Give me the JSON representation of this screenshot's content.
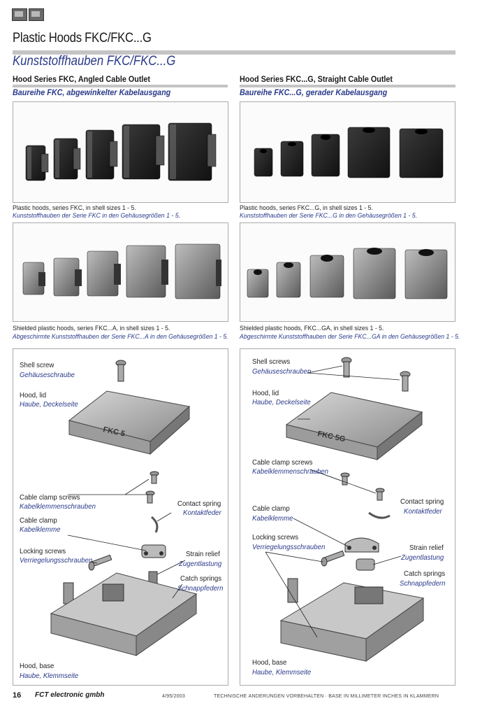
{
  "header": {
    "title_en": "Plastic Hoods FKC/FKC...G",
    "title_de": "Kunststoffhauben FKC/FKC...G"
  },
  "left": {
    "heading_en": "Hood Series FKC, Angled Cable Outlet",
    "heading_de": "Baureihe FKC, abgewinkelter Kabelausgang",
    "cap1_en": "Plastic hoods, series FKC, in shell sizes 1 - 5.",
    "cap1_de": "Kunststoffhauben der Serie FKC in den Gehäusegrößen 1 - 5.",
    "cap2_en": "Shielded plastic hoods, series FKC...A, in shell sizes 1 - 5.",
    "cap2_de": "Abgeschirmte Kunststoffhauben der Serie FKC...A in den Gehäusegrößen 1 - 5.",
    "labels": {
      "shell_screw_en": "Shell screw",
      "shell_screw_de": "Gehäuseschraube",
      "hood_lid_en": "Hood, lid",
      "hood_lid_de": "Haube, Deckelseite",
      "clamp_screws_en": "Cable clamp screws",
      "clamp_screws_de": "Kabelklemmenschrauben",
      "cable_clamp_en": "Cable clamp",
      "cable_clamp_de": "Kabelklemme",
      "locking_en": "Locking screws",
      "locking_de": "Verriegelungsschrauben",
      "hood_base_en": "Hood, base",
      "hood_base_de": "Haube, Klemmseite",
      "contact_spring_en": "Contact spring",
      "contact_spring_de": "Kontaktfeder",
      "strain_relief_en": "Strain relief",
      "strain_relief_de": "Zugentlastung",
      "catch_springs_en": "Catch springs",
      "catch_springs_de": "Schnappfedern",
      "lid_mark": "FKC 5"
    }
  },
  "right": {
    "heading_en": "Hood Series FKC...G, Straight Cable Outlet",
    "heading_de": "Baureihe FKC...G, gerader Kabelausgang",
    "cap1_en": "Plastic hoods, series FKC...G, in shell sizes 1 - 5.",
    "cap1_de": "Kunststoffhauben der Serie FKC...G in den Gehäusegrößen 1 - 5.",
    "cap2_en": "Shielded plastic hoods, FKC...GA, in shell sizes 1 - 5.",
    "cap2_de": "Abgeschirmte Kunststoffhauben der Serie FKC...GA in den Gehäusegrößen 1 - 5.",
    "labels": {
      "shell_screws_en": "Shell screws",
      "shell_screws_de": "Gehäuseschrauben",
      "hood_lid_en": "Hood, lid",
      "hood_lid_de": "Haube, Deckelseite",
      "clamp_screws_en": "Cable clamp screws",
      "clamp_screws_de": "Kabelklemmenschrauben",
      "cable_clamp_en": "Cable clamp",
      "cable_clamp_de": "Kabelklemme",
      "locking_en": "Locking screws",
      "locking_de": "Verriegelungsschrauben",
      "hood_base_en": "Hood, base",
      "hood_base_de": "Haube, Klemmseite",
      "contact_spring_en": "Contact spring",
      "contact_spring_de": "Kontaktfeder",
      "strain_relief_en": "Strain relief",
      "strain_relief_de": "Zugentlastung",
      "catch_springs_en": "Catch springs",
      "catch_springs_de": "Schnappfedern",
      "lid_mark": "FKC 5G"
    }
  },
  "footer": {
    "page_number": "16",
    "brand": "FCT electronic gmbh",
    "date": "4/95/2003",
    "notice": "TECHNISCHE ÄNDERUNGEN VORBEHALTEN · BASE IN MILLIMETER INCHES IN KLAMMERN"
  }
}
